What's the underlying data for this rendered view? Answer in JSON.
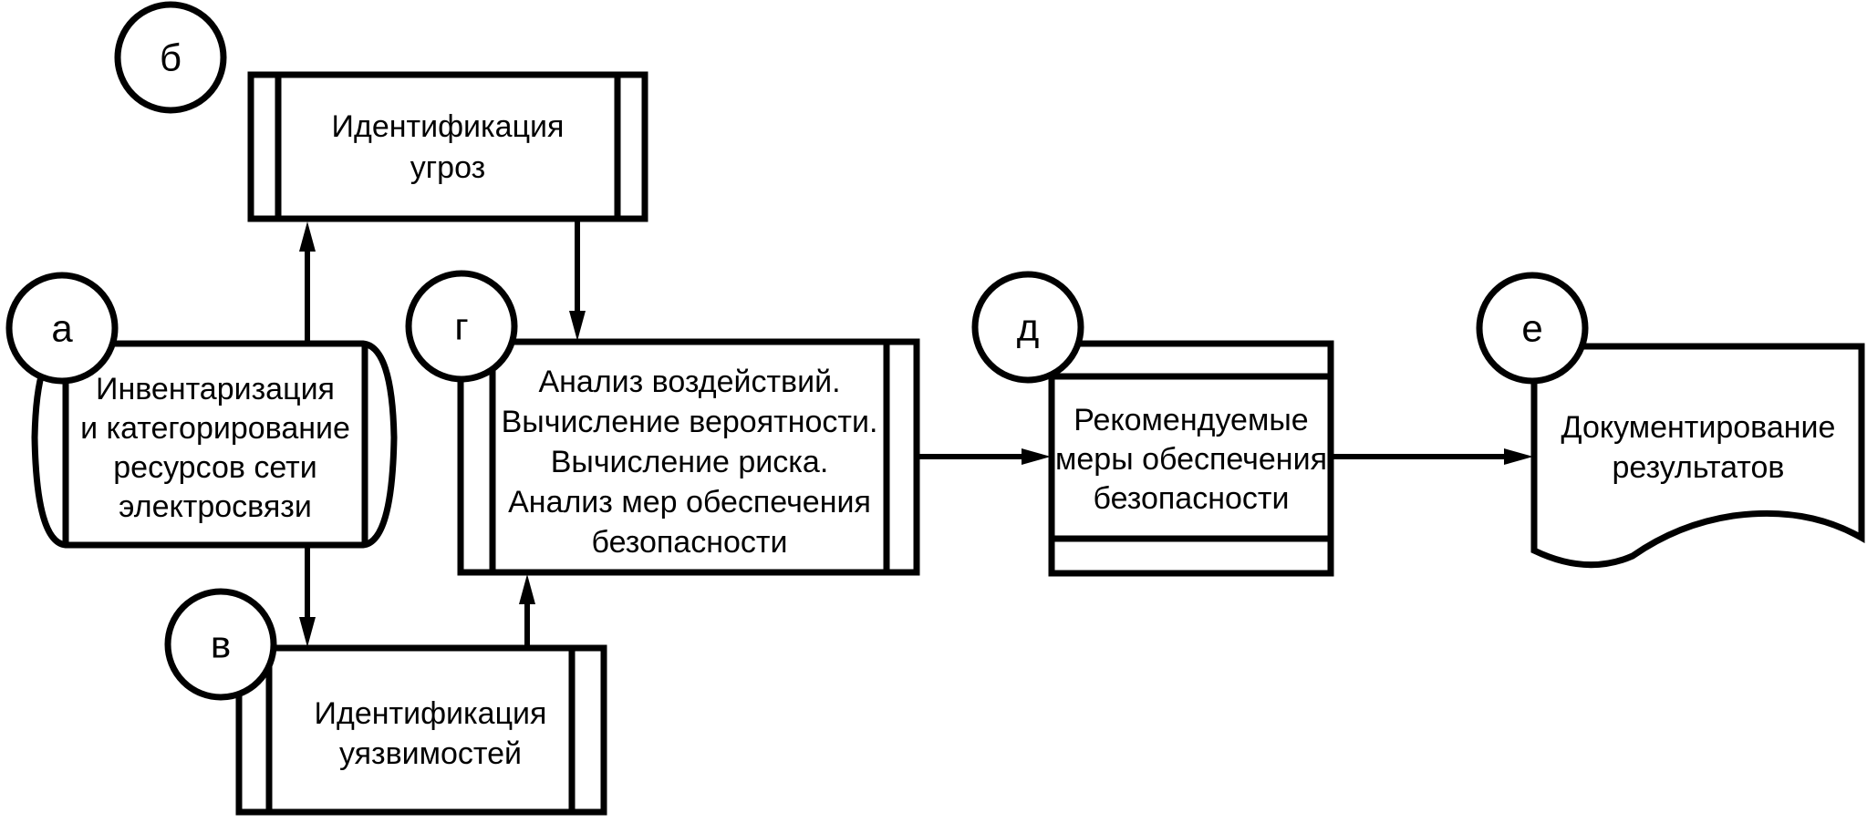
{
  "diagram": {
    "nodes": [
      {
        "id": "a",
        "tag": "а",
        "shape": "stored-data",
        "lines": [
          "Инвентаризация",
          "и категорирование",
          "ресурсов сети",
          "электросвязи"
        ]
      },
      {
        "id": "b",
        "tag": "б",
        "shape": "predefined-process",
        "lines": [
          "Идентификация",
          "угроз"
        ]
      },
      {
        "id": "v",
        "tag": "в",
        "shape": "predefined-process",
        "lines": [
          "Идентификация",
          "уязвимостей"
        ]
      },
      {
        "id": "g",
        "tag": "г",
        "shape": "predefined-process",
        "lines": [
          "Анализ воздействий.",
          "Вычисление вероятности.",
          "Вычисление риска.",
          "Анализ мер обеспечения",
          "безопасности"
        ]
      },
      {
        "id": "d",
        "tag": "д",
        "shape": "banded-box",
        "lines": [
          "Рекомендуемые",
          "меры обеспечения",
          "безопасности"
        ]
      },
      {
        "id": "e",
        "tag": "е",
        "shape": "document",
        "lines": [
          "Документирование",
          "результатов"
        ]
      }
    ],
    "edges": [
      {
        "from": "a",
        "to": "b"
      },
      {
        "from": "a",
        "to": "v"
      },
      {
        "from": "b",
        "to": "g"
      },
      {
        "from": "v",
        "to": "g"
      },
      {
        "from": "g",
        "to": "d"
      },
      {
        "from": "d",
        "to": "e"
      }
    ]
  }
}
